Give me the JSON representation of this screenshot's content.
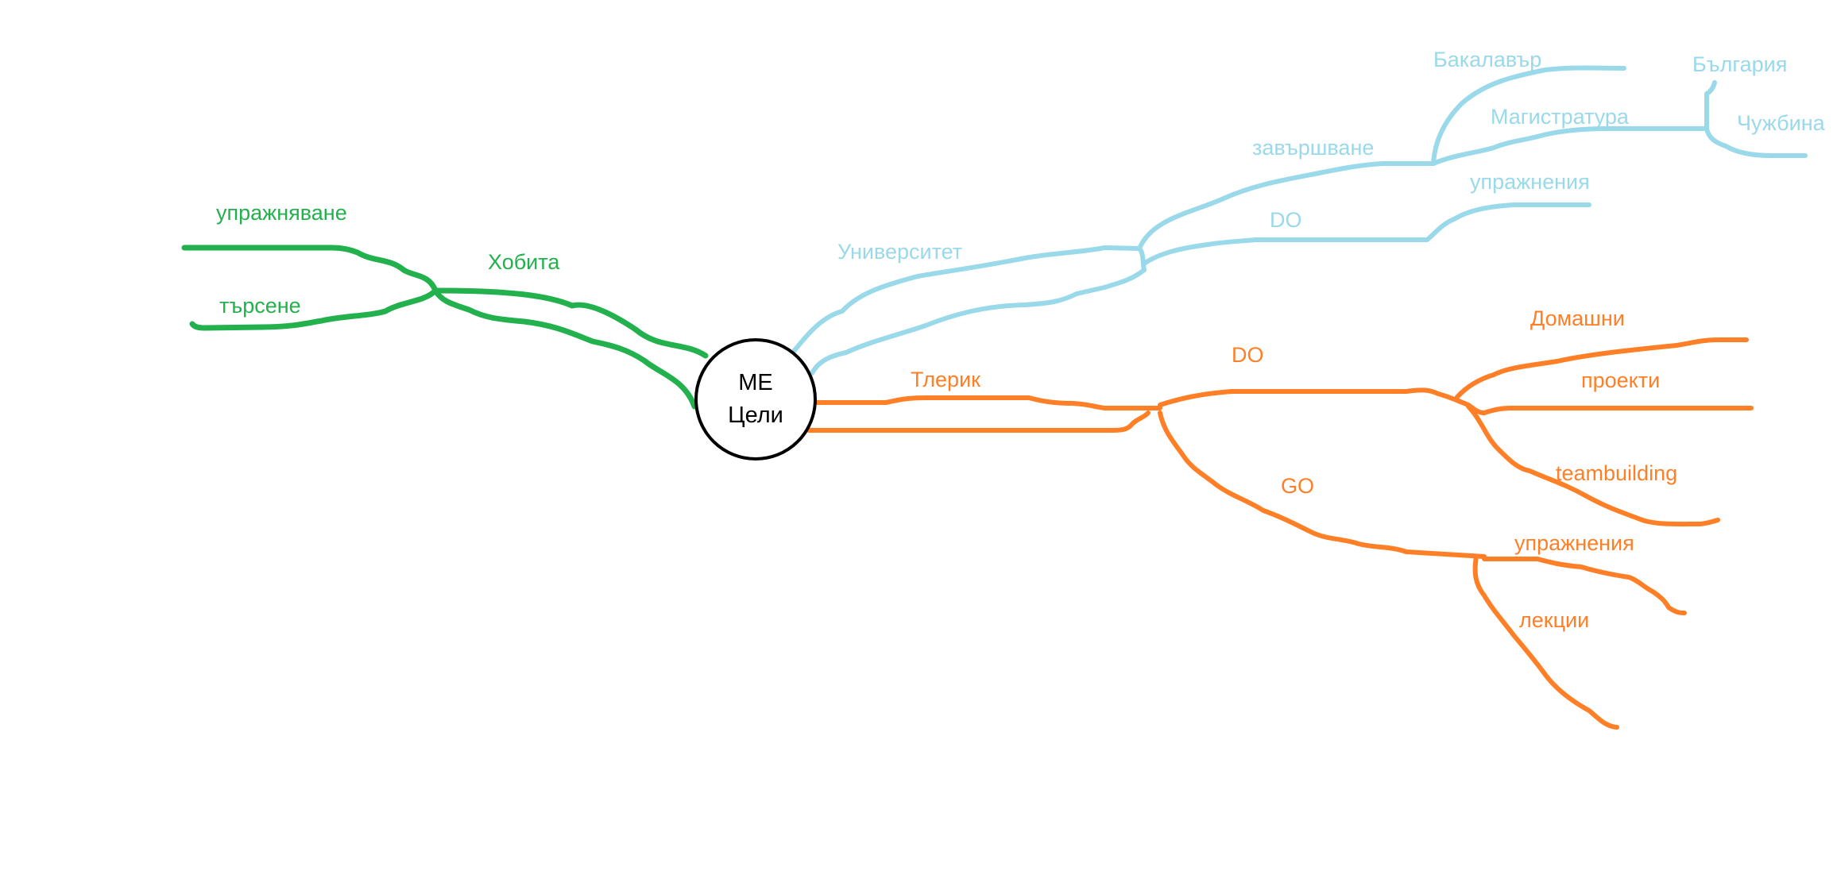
{
  "colors": {
    "green": "#22b14c",
    "blue": "#99d9ea",
    "orange": "#ff7f27",
    "center_border": "#000000"
  },
  "center": {
    "line1": "ME",
    "line2": "Цели"
  },
  "hobbies": {
    "label": "Хобита",
    "children": {
      "exercise": "упражняване",
      "search": "търсене"
    }
  },
  "university": {
    "label": "Университет",
    "graduation": {
      "label": "завършване",
      "bachelor": "Бакалавър",
      "masters": {
        "label": "Магистратура",
        "bulgaria": "България",
        "abroad": "Чужбина"
      }
    },
    "do": {
      "label": "DO",
      "exercises": "упражнения"
    }
  },
  "telerik": {
    "label": "Тлерик",
    "do": {
      "label": "DO",
      "homework": "Домашни",
      "projects": "проекти",
      "teambuilding": "teambuilding"
    },
    "go": {
      "label": "GO",
      "exercises": "упражнения",
      "lectures": "лекции"
    }
  }
}
